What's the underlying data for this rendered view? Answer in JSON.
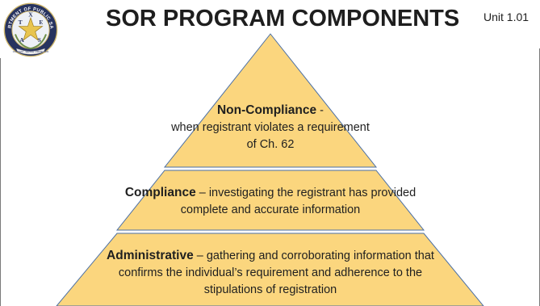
{
  "header": {
    "title": "SOR PROGRAM COMPONENTS",
    "unit": "Unit 1.01"
  },
  "logo": {
    "name": "texas-dps-seal",
    "ring_text_top": "DEPARTMENT OF PUBLIC SAFETY",
    "letters": [
      "T",
      "E",
      "X",
      "A",
      "S"
    ],
    "ribbon_text": "COURTESY · SERVICE · PROTECTION"
  },
  "pyramid": {
    "tiers": [
      {
        "id": "non-compliance",
        "term": "Non-Compliance",
        "separator": " -",
        "description": "when registrant violates a requirement of Ch. 62"
      },
      {
        "id": "compliance",
        "term": "Compliance",
        "separator": " – ",
        "description": "investigating the registrant has provided complete and accurate information"
      },
      {
        "id": "administrative",
        "term": "Administrative",
        "separator": " – ",
        "description": "gathering and corroborating information that confirms the individual’s requirement and adherence to the stipulations of registration"
      }
    ]
  },
  "colors": {
    "tier_fill": "#fbd67e",
    "tier_stroke": "#4a6fa5",
    "navy": "#27335f",
    "gold": "#d8b24a"
  }
}
